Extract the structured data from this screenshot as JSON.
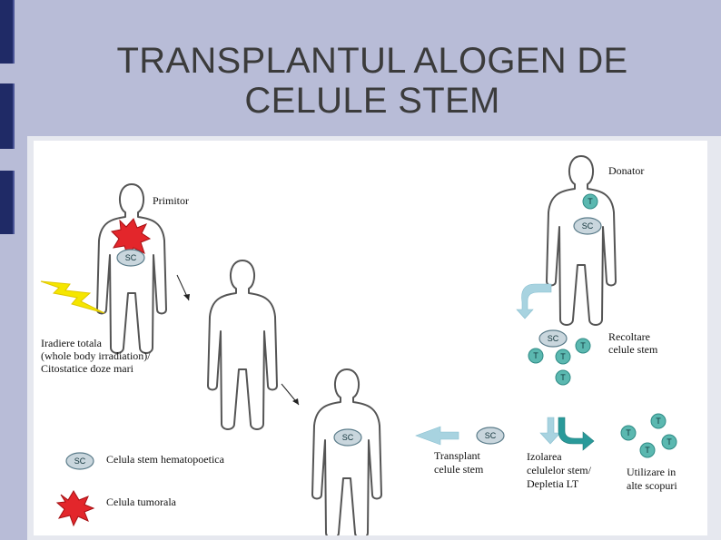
{
  "slide": {
    "title_line1": "TRANSPLANTUL ALOGEN DE",
    "title_line2": "CELULE STEM"
  },
  "diagram": {
    "donor_label": "Donator",
    "recipient_label": "Primitor",
    "irradiation_line1": "Iradiere totala",
    "irradiation_line2": "(whole body irradiation)/",
    "irradiation_line3": "Citostatice doze mari",
    "harvest_line1": "Recoltare",
    "harvest_line2": "celule stem",
    "transplant_line1": "Transplant",
    "transplant_line2": "celule stem",
    "isolation_line1": "Izolarea",
    "isolation_line2": "celulelor stem/",
    "isolation_line3": "Depletia LT",
    "other_use_line1": "Utilizare in",
    "other_use_line2": "alte scopuri",
    "legend_stem": "Celula stem hematopoetica",
    "legend_tumor": "Celula tumorala",
    "cell_sc": "SC",
    "cell_t": "T"
  },
  "colors": {
    "background": "#b8bcd7",
    "sidebar": "#1f2a66",
    "cell_teal": "#5bb8b0",
    "cell_gray": "#c9d6dd",
    "arrow_blue": "#a8d3e0",
    "arrow_teal": "#2a9a9a",
    "tumor_red": "#e3262b",
    "lightning_yellow": "#f5e600"
  }
}
